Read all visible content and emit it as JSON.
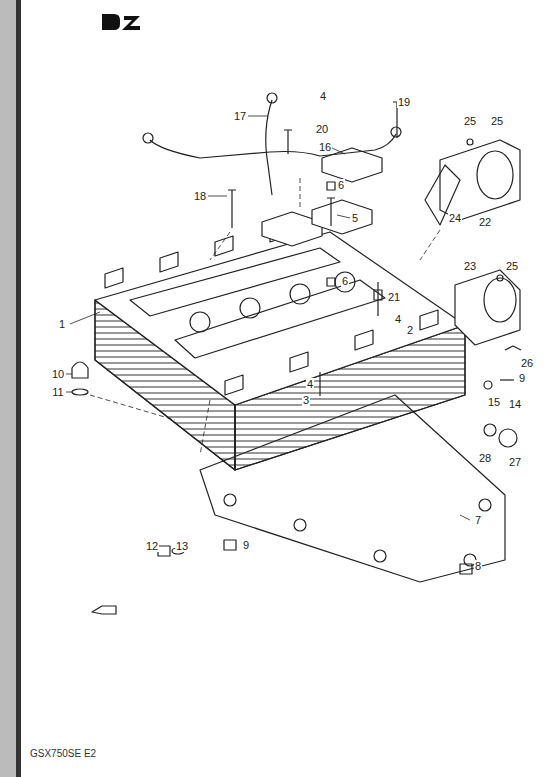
{
  "diagram": {
    "caption": "GSX750SE E2",
    "labels": [
      "17",
      "20",
      "4",
      "19",
      "16",
      "25",
      "25",
      "18",
      "6",
      "5",
      "24",
      "22",
      "6",
      "21",
      "4",
      "2",
      "23",
      "25",
      "1",
      "10",
      "11",
      "4",
      "3",
      "26",
      "9",
      "15",
      "14",
      "28",
      "27",
      "7",
      "8",
      "12",
      "13",
      "9"
    ]
  }
}
